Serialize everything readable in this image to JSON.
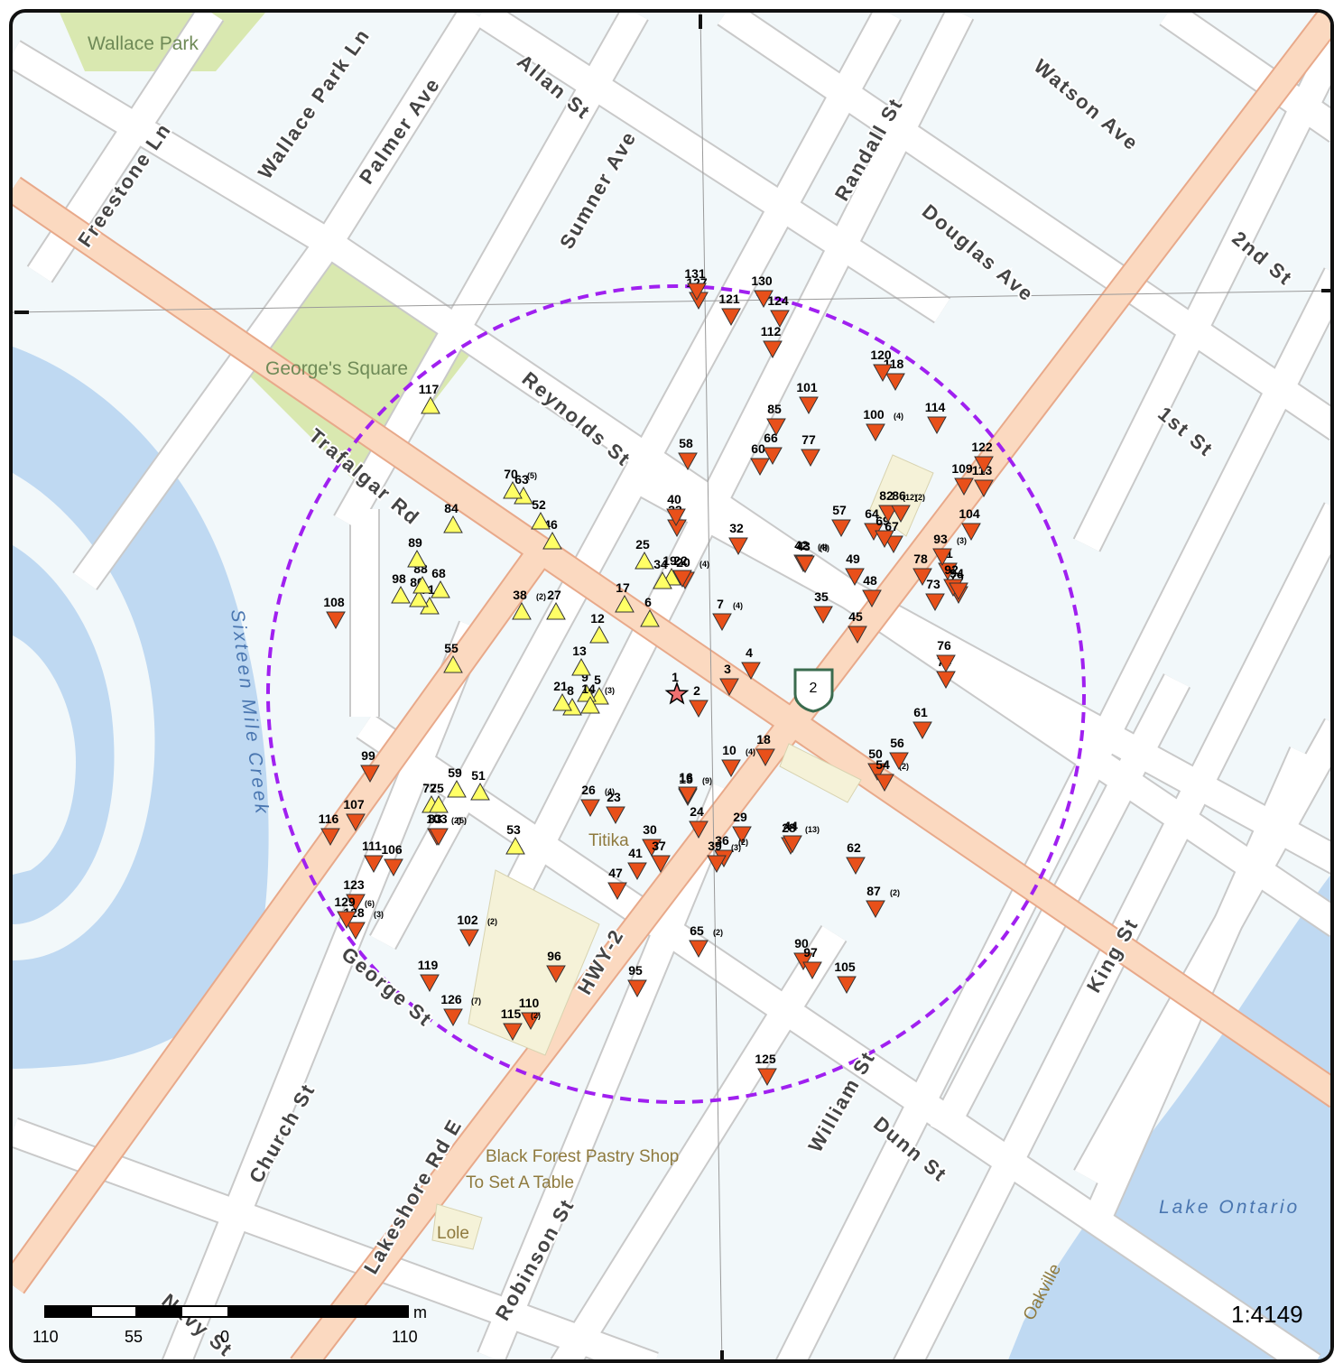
{
  "map": {
    "scale_ratio": "1:4149",
    "scale_bar": {
      "unit": "m",
      "ticks": [
        "110",
        "55",
        "0",
        "110"
      ]
    },
    "shield": "2",
    "parks": [
      "Wallace Park",
      "George's Square"
    ],
    "water": [
      "Sixteen Mile Creek",
      "Lake Ontario"
    ],
    "pois": [
      "Titika",
      "Black Forest Pastry Shop",
      "To Set A Table",
      "Lole",
      "Oakville"
    ],
    "streets": [
      "Freestone Ln",
      "Wallace Park Ln",
      "Palmer Ave",
      "Allan St",
      "Sumner Ave",
      "Randall St",
      "Watson Ave",
      "Douglas Ave",
      "2nd St",
      "1st St",
      "Reynolds St",
      "Trafalgar Rd",
      "King St",
      "William St",
      "Dunn St",
      "George St",
      "Church St",
      "Lakeshore Rd E",
      "Robinson St",
      "Navy St",
      "HWY-2"
    ],
    "colors": {
      "background": "#f2f8fa",
      "water": "#bfd9f2",
      "park": "#d9e8b0",
      "major_road": "#fbd9c0",
      "search_radius": "#a020f0",
      "marker_orange": "#e8501a",
      "marker_yellow": "#ffff66"
    },
    "markers": [
      {
        "label": "1",
        "sub": "",
        "kind": "star"
      },
      {
        "label": "2",
        "sub": "",
        "kind": "down"
      },
      {
        "label": "3",
        "sub": "",
        "kind": "down"
      },
      {
        "label": "4",
        "sub": "",
        "kind": "down"
      },
      {
        "label": "5",
        "sub": "",
        "kind": "up"
      },
      {
        "label": "6",
        "sub": "",
        "kind": "up"
      },
      {
        "label": "7",
        "sub": "(4)",
        "kind": "down"
      },
      {
        "label": "8",
        "sub": "(2)",
        "kind": "up"
      },
      {
        "label": "9",
        "sub": "",
        "kind": "up"
      },
      {
        "label": "10",
        "sub": "(4)",
        "kind": "down"
      },
      {
        "label": "12",
        "sub": "",
        "kind": "up"
      },
      {
        "label": "13",
        "sub": "",
        "kind": "up"
      },
      {
        "label": "14",
        "sub": "(3)",
        "kind": "up"
      },
      {
        "label": "15",
        "sub": "(9)",
        "kind": "down"
      },
      {
        "label": "16",
        "sub": "",
        "kind": "down"
      },
      {
        "label": "17",
        "sub": "",
        "kind": "up"
      },
      {
        "label": "18",
        "sub": "",
        "kind": "down"
      },
      {
        "label": "19",
        "sub": "",
        "kind": "up"
      },
      {
        "label": "20",
        "sub": "(4)",
        "kind": "down"
      },
      {
        "label": "21",
        "sub": "",
        "kind": "up"
      },
      {
        "label": "22",
        "sub": "",
        "kind": "down"
      },
      {
        "label": "23",
        "sub": "",
        "kind": "down"
      },
      {
        "label": "24",
        "sub": "",
        "kind": "down"
      },
      {
        "label": "25",
        "sub": "",
        "kind": "up"
      },
      {
        "label": "26",
        "sub": "(4)",
        "kind": "down"
      },
      {
        "label": "27",
        "sub": "",
        "kind": "up"
      },
      {
        "label": "28",
        "sub": "(13)",
        "kind": "down"
      },
      {
        "label": "29",
        "sub": "",
        "kind": "down"
      },
      {
        "label": "30",
        "sub": "",
        "kind": "down"
      },
      {
        "label": "32",
        "sub": "",
        "kind": "down"
      },
      {
        "label": "33",
        "sub": "",
        "kind": "down"
      },
      {
        "label": "34",
        "sub": "",
        "kind": "up"
      },
      {
        "label": "35",
        "sub": "",
        "kind": "down"
      },
      {
        "label": "36",
        "sub": "(2)",
        "kind": "down"
      },
      {
        "label": "37",
        "sub": "",
        "kind": "down"
      },
      {
        "label": "38",
        "sub": "(2)",
        "kind": "up"
      },
      {
        "label": "39",
        "sub": "(3)",
        "kind": "down"
      },
      {
        "label": "40",
        "sub": "",
        "kind": "down"
      },
      {
        "label": "41",
        "sub": "",
        "kind": "down"
      },
      {
        "label": "42",
        "sub": "(4)",
        "kind": "down"
      },
      {
        "label": "43",
        "sub": "(8)",
        "kind": "down"
      },
      {
        "label": "44",
        "sub": "",
        "kind": "down"
      },
      {
        "label": "45",
        "sub": "",
        "kind": "down"
      },
      {
        "label": "46",
        "sub": "",
        "kind": "up"
      },
      {
        "label": "47",
        "sub": "",
        "kind": "down"
      },
      {
        "label": "48",
        "sub": "",
        "kind": "down"
      },
      {
        "label": "49",
        "sub": "",
        "kind": "down"
      },
      {
        "label": "50",
        "sub": "",
        "kind": "down"
      },
      {
        "label": "51",
        "sub": "",
        "kind": "up"
      },
      {
        "label": "52",
        "sub": "",
        "kind": "up"
      },
      {
        "label": "53",
        "sub": "",
        "kind": "up"
      },
      {
        "label": "54",
        "sub": "(2)",
        "kind": "down"
      },
      {
        "label": "55",
        "sub": "",
        "kind": "up"
      },
      {
        "label": "56",
        "sub": "",
        "kind": "down"
      },
      {
        "label": "57",
        "sub": "",
        "kind": "down"
      },
      {
        "label": "58",
        "sub": "",
        "kind": "down"
      },
      {
        "label": "59",
        "sub": "",
        "kind": "up"
      },
      {
        "label": "60",
        "sub": "",
        "kind": "down"
      },
      {
        "label": "61",
        "sub": "",
        "kind": "down"
      },
      {
        "label": "62",
        "sub": "",
        "kind": "down"
      },
      {
        "label": "63",
        "sub": "",
        "kind": "up"
      },
      {
        "label": "64",
        "sub": "",
        "kind": "down"
      },
      {
        "label": "65",
        "sub": "(2)",
        "kind": "down"
      },
      {
        "label": "66",
        "sub": "",
        "kind": "down"
      },
      {
        "label": "67",
        "sub": "",
        "kind": "down"
      },
      {
        "label": "68",
        "sub": "",
        "kind": "up"
      },
      {
        "label": "69",
        "sub": "",
        "kind": "down"
      },
      {
        "label": "70",
        "sub": "(5)",
        "kind": "up"
      },
      {
        "label": "71",
        "sub": "",
        "kind": "up"
      },
      {
        "label": "72",
        "sub": "",
        "kind": "up"
      },
      {
        "label": "73",
        "sub": "",
        "kind": "down"
      },
      {
        "label": "74",
        "sub": "",
        "kind": "down"
      },
      {
        "label": "75",
        "sub": "",
        "kind": "up"
      },
      {
        "label": "76",
        "sub": "",
        "kind": "down"
      },
      {
        "label": "77",
        "sub": "",
        "kind": "down"
      },
      {
        "label": "78",
        "sub": "",
        "kind": "down"
      },
      {
        "label": "79",
        "sub": "",
        "kind": "down"
      },
      {
        "label": "80",
        "sub": "",
        "kind": "up"
      },
      {
        "label": "82",
        "sub": "(12)",
        "kind": "down"
      },
      {
        "label": "83",
        "sub": "(2)",
        "kind": "down"
      },
      {
        "label": "84",
        "sub": "",
        "kind": "up"
      },
      {
        "label": "85",
        "sub": "",
        "kind": "down"
      },
      {
        "label": "86",
        "sub": "(2)",
        "kind": "down"
      },
      {
        "label": "87",
        "sub": "(2)",
        "kind": "down"
      },
      {
        "label": "88",
        "sub": "",
        "kind": "up"
      },
      {
        "label": "89",
        "sub": "",
        "kind": "up"
      },
      {
        "label": "90",
        "sub": "",
        "kind": "down"
      },
      {
        "label": "91",
        "sub": "",
        "kind": "down"
      },
      {
        "label": "92",
        "sub": "",
        "kind": "down"
      },
      {
        "label": "93",
        "sub": "(3)",
        "kind": "down"
      },
      {
        "label": "94",
        "sub": "",
        "kind": "down"
      },
      {
        "label": "95",
        "sub": "",
        "kind": "down"
      },
      {
        "label": "96",
        "sub": "",
        "kind": "down"
      },
      {
        "label": "97",
        "sub": "",
        "kind": "down"
      },
      {
        "label": "98",
        "sub": "",
        "kind": "up"
      },
      {
        "label": "99",
        "sub": "",
        "kind": "down"
      },
      {
        "label": "100",
        "sub": "(4)",
        "kind": "down"
      },
      {
        "label": "101",
        "sub": "",
        "kind": "down"
      },
      {
        "label": "102",
        "sub": "(2)",
        "kind": "down"
      },
      {
        "label": "103",
        "sub": "(5)",
        "kind": "down"
      },
      {
        "label": "104",
        "sub": "",
        "kind": "down"
      },
      {
        "label": "105",
        "sub": "",
        "kind": "down"
      },
      {
        "label": "106",
        "sub": "",
        "kind": "down"
      },
      {
        "label": "107",
        "sub": "",
        "kind": "down"
      },
      {
        "label": "108",
        "sub": "",
        "kind": "down"
      },
      {
        "label": "109",
        "sub": "",
        "kind": "down"
      },
      {
        "label": "110",
        "sub": "",
        "kind": "down"
      },
      {
        "label": "111",
        "sub": "",
        "kind": "down"
      },
      {
        "label": "112",
        "sub": "",
        "kind": "down"
      },
      {
        "label": "113",
        "sub": "",
        "kind": "down"
      },
      {
        "label": "114",
        "sub": "",
        "kind": "down"
      },
      {
        "label": "115",
        "sub": "(2)",
        "kind": "down"
      },
      {
        "label": "116",
        "sub": "",
        "kind": "down"
      },
      {
        "label": "117",
        "sub": "",
        "kind": "up"
      },
      {
        "label": "118",
        "sub": "",
        "kind": "down"
      },
      {
        "label": "119",
        "sub": "",
        "kind": "down"
      },
      {
        "label": "120",
        "sub": "",
        "kind": "down"
      },
      {
        "label": "121",
        "sub": "",
        "kind": "down"
      },
      {
        "label": "122",
        "sub": "",
        "kind": "down"
      },
      {
        "label": "123",
        "sub": "",
        "kind": "down"
      },
      {
        "label": "124",
        "sub": "",
        "kind": "down"
      },
      {
        "label": "125",
        "sub": "",
        "kind": "down"
      },
      {
        "label": "126",
        "sub": "(7)",
        "kind": "down"
      },
      {
        "label": "127",
        "sub": "",
        "kind": "down"
      },
      {
        "label": "128",
        "sub": "(3)",
        "kind": "down"
      },
      {
        "label": "129",
        "sub": "(6)",
        "kind": "down"
      },
      {
        "label": "130",
        "sub": "",
        "kind": "down"
      },
      {
        "label": "131",
        "sub": "",
        "kind": "down"
      }
    ]
  }
}
